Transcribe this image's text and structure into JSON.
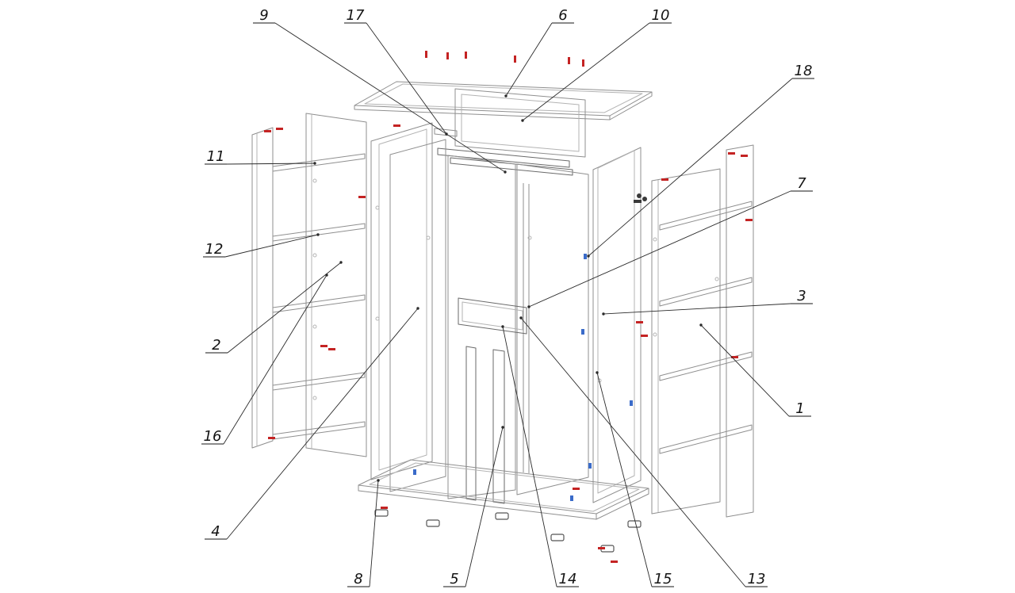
{
  "diagram": {
    "type": "exploded-assembly-drawing",
    "callouts": [
      {
        "label": "1"
      },
      {
        "label": "2"
      },
      {
        "label": "3"
      },
      {
        "label": "4"
      },
      {
        "label": "5"
      },
      {
        "label": "6"
      },
      {
        "label": "7"
      },
      {
        "label": "8"
      },
      {
        "label": "9"
      },
      {
        "label": "10"
      },
      {
        "label": "11"
      },
      {
        "label": "12"
      },
      {
        "label": "13"
      },
      {
        "label": "14"
      },
      {
        "label": "15"
      },
      {
        "label": "16"
      },
      {
        "label": "17"
      },
      {
        "label": "18"
      }
    ]
  }
}
